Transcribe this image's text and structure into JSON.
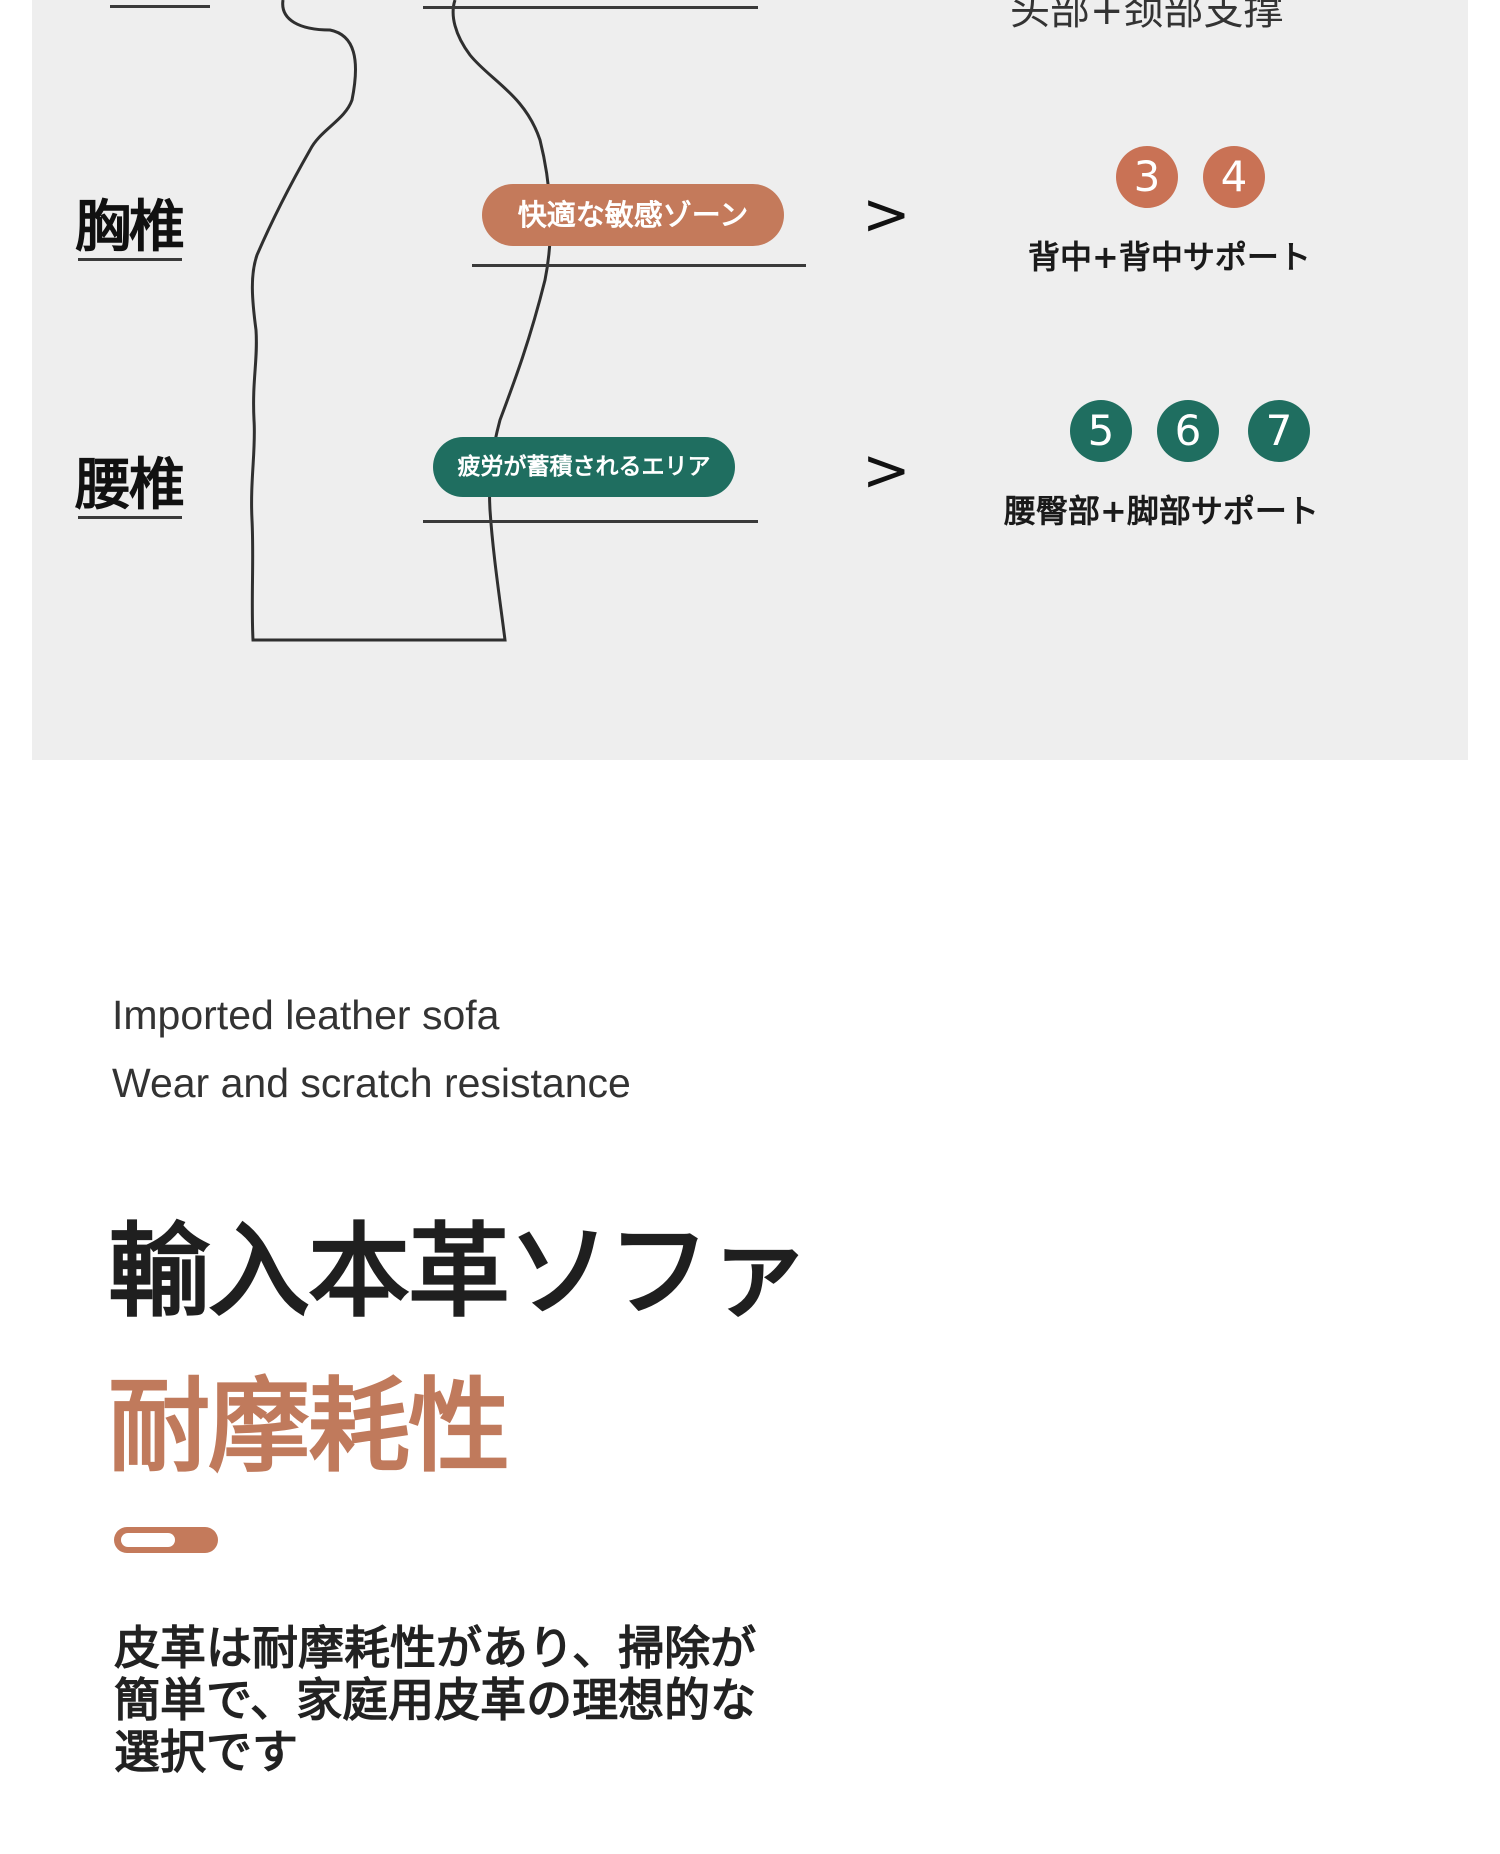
{
  "diagram": {
    "top_cut_text": "头部+颈部支撑",
    "rows": [
      {
        "spine_label": "胸椎",
        "zone_label": "快適な敏感ゾーン",
        "zone_color": "#c47a5b",
        "arrow": ">",
        "dots": [
          "3",
          "4"
        ],
        "dot_color": "#c97255",
        "support_text": "背中+背中サポート"
      },
      {
        "spine_label": "腰椎",
        "zone_label": "疲労が蓄積されるエリア",
        "zone_color": "#1f6e60",
        "arrow": ">",
        "dots": [
          "5",
          "6",
          "7"
        ],
        "dot_color": "#1f6e60",
        "support_text": "腰臀部+脚部サポート"
      }
    ]
  },
  "feature": {
    "subtitle_en_line1": "Imported leather sofa",
    "subtitle_en_line2": "Wear and scratch resistance",
    "headline": "輸入本革ソファ",
    "headline_accent": "耐摩耗性",
    "accent_color": "#c07a5c",
    "description": "皮革は耐摩耗性があり、掃除が簡単で、家庭用皮革の理想的な選択です"
  }
}
